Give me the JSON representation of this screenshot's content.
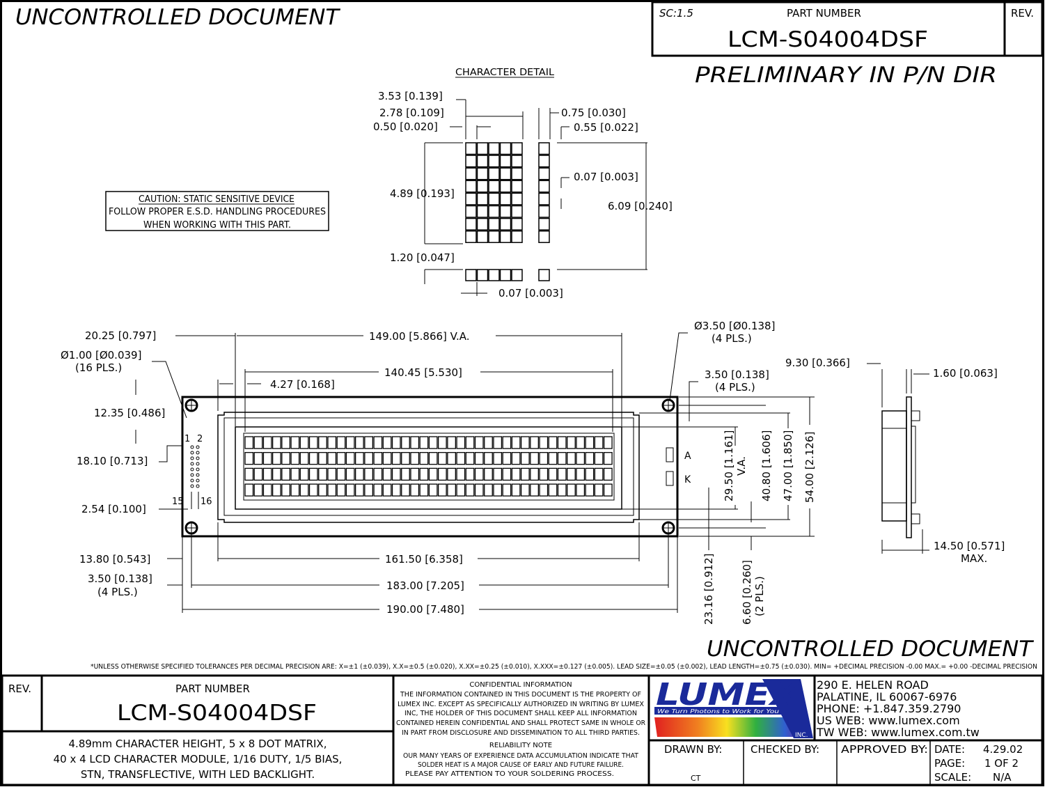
{
  "header": {
    "watermark_top": "UNCONTROLLED DOCUMENT",
    "scale": "SC:1.5",
    "part_number_label": "PART NUMBER",
    "part_number": "LCM-S04004DSF",
    "rev_label": "REV.",
    "status": "PRELIMINARY IN P/N DIR"
  },
  "character_detail": {
    "title": "CHARACTER DETAIL",
    "dims": {
      "d1": "3.53 [0.139]",
      "d2": "2.78 [0.109]",
      "d3": "0.50 [0.020]",
      "d4": "0.75 [0.030]",
      "d5": "0.55 [0.022]",
      "d6": "0.07 [0.003]",
      "d7": "4.89 [0.193]",
      "d8": "6.09 [0.240]",
      "d9": "1.20 [0.047]",
      "d10": "0.07 [0.003]"
    },
    "dot_cols": 5,
    "dot_rows": 8
  },
  "caution": {
    "line1": "CAUTION: STATIC SENSITIVE DEVICE",
    "line2": "FOLLOW PROPER E.S.D. HANDLING PROCEDURES",
    "line3": "WHEN WORKING WITH THIS PART."
  },
  "main_drawing": {
    "char_columns": 40,
    "char_rows": 4,
    "pin_first": "1",
    "pin_second": "2",
    "pin_15": "15",
    "pin_16": "16",
    "led_anode": "A",
    "led_cathode": "K",
    "dims": {
      "va_offset": "20.25 [0.797]",
      "va_width": "149.00 [5.866] V.A.",
      "pin_hole": "Ø1.00 [Ø0.039]",
      "pin_hole_qty": "(16 PLS.)",
      "char_area": "140.45 [5.530]",
      "bezel_offset": "4.27 [0.168]",
      "mount_hole": "Ø3.50 [Ø0.138]",
      "mount_hole_qty": "(4 PLS.)",
      "hole_edge": "3.50 [0.138]",
      "hole_edge_qty": "(4 PLS.)",
      "thickness_top": "9.30 [0.366]",
      "pcb_thickness": "1.60 [0.063]",
      "pin_top": "12.35 [0.486]",
      "pin_span": "18.10 [0.713]",
      "pin_pitch": "2.54 [0.100]",
      "va_height": "29.50 [1.161]",
      "va_label": "V.A.",
      "bezel_height": "40.80 [1.606]",
      "outline_height": "47.00 [1.850]",
      "pcb_height": "54.00 [2.126]",
      "bezel_left": "13.80 [0.543]",
      "bezel_width": "161.50 [6.358]",
      "hole_edge_b": "3.50 [0.138]",
      "hole_edge_b_qty": "(4 PLS.)",
      "hole_span": "183.00 [7.205]",
      "pcb_width": "190.00 [7.480]",
      "led_offset": "23.16 [0.912]",
      "led_pad": "6.60 [0.260]",
      "led_pad_qty": "(2 PLS.)",
      "max_thickness": "14.50 [0.571]",
      "max_label": "MAX."
    }
  },
  "watermark_bottom": "UNCONTROLLED DOCUMENT",
  "tolerance_note": "*UNLESS OTHERWISE SPECIFIED TOLERANCES PER DECIMAL PRECISION ARE: X=±1 (±0.039), X.X=±0.5 (±0.020), X.XX=±0.25 (±0.010), X.XXX=±0.127 (±0.005).  LEAD SIZE=±0.05 (±0.002), LEAD LENGTH=±0.75 (±0.030). MIN= +DECIMAL PRECISION -0.00   MAX.= +0.00 -DECIMAL PRECISION",
  "title_block": {
    "rev_label": "REV.",
    "part_number_label": "PART NUMBER",
    "part_number": "LCM-S04004DSF",
    "description": [
      "4.89mm CHARACTER HEIGHT, 5 x 8 DOT MATRIX,",
      "40 x 4 LCD CHARACTER MODULE, 1/16 DUTY, 1/5 BIAS,",
      "STN, TRANSFLECTIVE, WITH LED BACKLIGHT."
    ],
    "confidential_title": "CONFIDENTIAL INFORMATION",
    "confidential_text": [
      "THE INFORMATION CONTAINED IN THIS DOCUMENT IS THE PROPERTY OF",
      "LUMEX INC.  EXCEPT AS SPECIFICALLY AUTHORIZED IN WRITING BY LUMEX",
      "INC, THE HOLDER OF THIS DOCUMENT SHALL KEEP ALL INFORMATION",
      "CONTAINED HEREIN CONFIDENTIAL AND SHALL PROTECT SAME IN WHOLE OR",
      "IN PART FROM DISCLOSURE AND DISSEMINATION TO ALL THIRD PARTIES."
    ],
    "reliability_title": "RELIABILITY NOTE",
    "reliability_text": [
      "OUR MANY YEARS OF EXPERIENCE DATA ACCUMULATION INDICATE THAT",
      "SOLDER HEAT IS A MAJOR CAUSE OF EARLY AND FUTURE FAILURE.",
      "PLEASE PAY ATTENTION TO YOUR SOLDERING PROCESS."
    ],
    "logo_text": "LUMEX",
    "logo_tagline": "We Turn Photons to Work for You",
    "logo_inc": "INC.",
    "address": [
      "290 E. HELEN ROAD",
      "PALATINE, IL   60067-6976",
      "PHONE: +1.847.359.2790",
      "US WEB: www.lumex.com",
      "TW WEB: www.lumex.com.tw"
    ],
    "drawn_by_label": "DRAWN BY:",
    "drawn_by": "CT",
    "checked_by_label": "CHECKED BY:",
    "approved_by_label": "APPROVED BY:",
    "date_label": "DATE:",
    "date": "4.29.02",
    "page_label": "PAGE:",
    "page": "1 OF 2",
    "scale_label": "SCALE:",
    "scale": "N/A"
  },
  "colors": {
    "ink": "#000000",
    "logo_blue": "#1a2a9a",
    "paper": "#ffffff"
  }
}
